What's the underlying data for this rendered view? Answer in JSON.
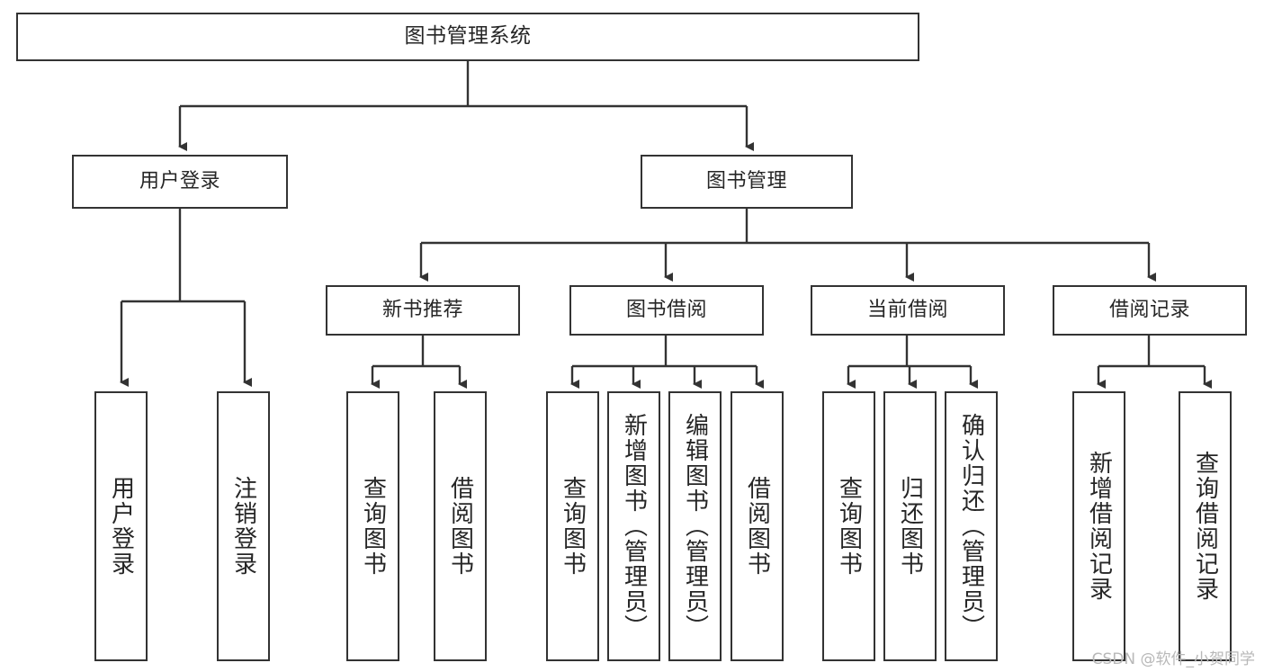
{
  "diagram": {
    "type": "tree-hierarchy",
    "title": "图书管理系统",
    "orientation": "top-down",
    "line_color": "#333333",
    "box_fill": "#ffffff",
    "text_color": "#262626",
    "nodes": {
      "root": {
        "label": "图书管理系统"
      },
      "level2": [
        {
          "label": "用户登录"
        },
        {
          "label": "图书管理"
        }
      ],
      "level3": [
        {
          "label": "新书推荐"
        },
        {
          "label": "图书借阅"
        },
        {
          "label": "当前借阅"
        },
        {
          "label": "借阅记录"
        }
      ],
      "login_leaves": [
        {
          "label": "用户登录"
        },
        {
          "label": "注销登录"
        }
      ],
      "newbook_leaves": [
        {
          "label": "查询图书"
        },
        {
          "label": "借阅图书"
        }
      ],
      "borrow_leaves": [
        {
          "label": "查询图书"
        },
        {
          "label": "新增图书（管理员）"
        },
        {
          "label": "编辑图书（管理员）"
        },
        {
          "label": "借阅图书"
        }
      ],
      "current_leaves": [
        {
          "label": "查询图书"
        },
        {
          "label": "归还图书"
        },
        {
          "label": "确认归还（管理员）"
        }
      ],
      "record_leaves": [
        {
          "label": "新增借阅记录"
        },
        {
          "label": "查询借阅记录"
        }
      ]
    }
  },
  "watermark": {
    "text": "CSDN @软件_小贺同学",
    "color": "#b8b8b8"
  }
}
